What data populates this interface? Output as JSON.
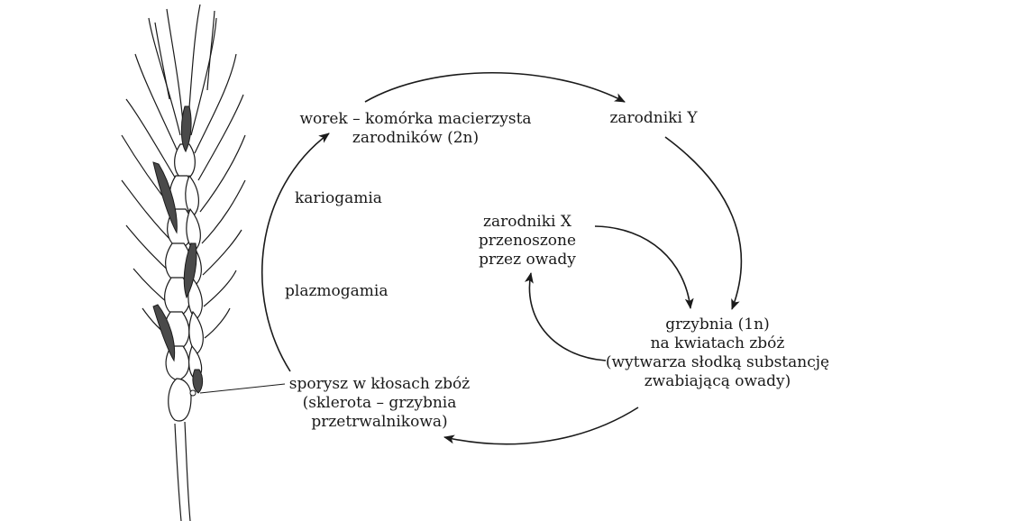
{
  "diagram": {
    "colors": {
      "line": "#1a1a1a",
      "grain_fill": "#ffffff",
      "dark_sclerotium": "#4a4a4a"
    },
    "illustration": {
      "subject": "wheat ear with ergot sclerotia",
      "icon": "wheat-ear-icon"
    },
    "nodes": {
      "worek": {
        "line1": "worek – komórka macierzysta",
        "line2": "zarodników (2n)"
      },
      "zarodniki_y": {
        "line1": "zarodniki Y"
      },
      "zarodniki_x": {
        "line1": "zarodniki X",
        "line2": "przenoszone",
        "line3": "przez owady"
      },
      "grzybnia": {
        "line1": "grzybnia (1n)",
        "line2": "na kwiatach zbóż",
        "line3": "(wytwarza słodką substancję",
        "line4": "zwabiającą owady)"
      },
      "sporysz": {
        "line1": "sporysz w kłosach zbóż",
        "line2": "(sklerota – grzybnia",
        "line3": "przetrwalnikowa)"
      }
    },
    "labels": {
      "kariogamia": "kariogamia",
      "plazmogamia": "plazmogamia"
    }
  }
}
